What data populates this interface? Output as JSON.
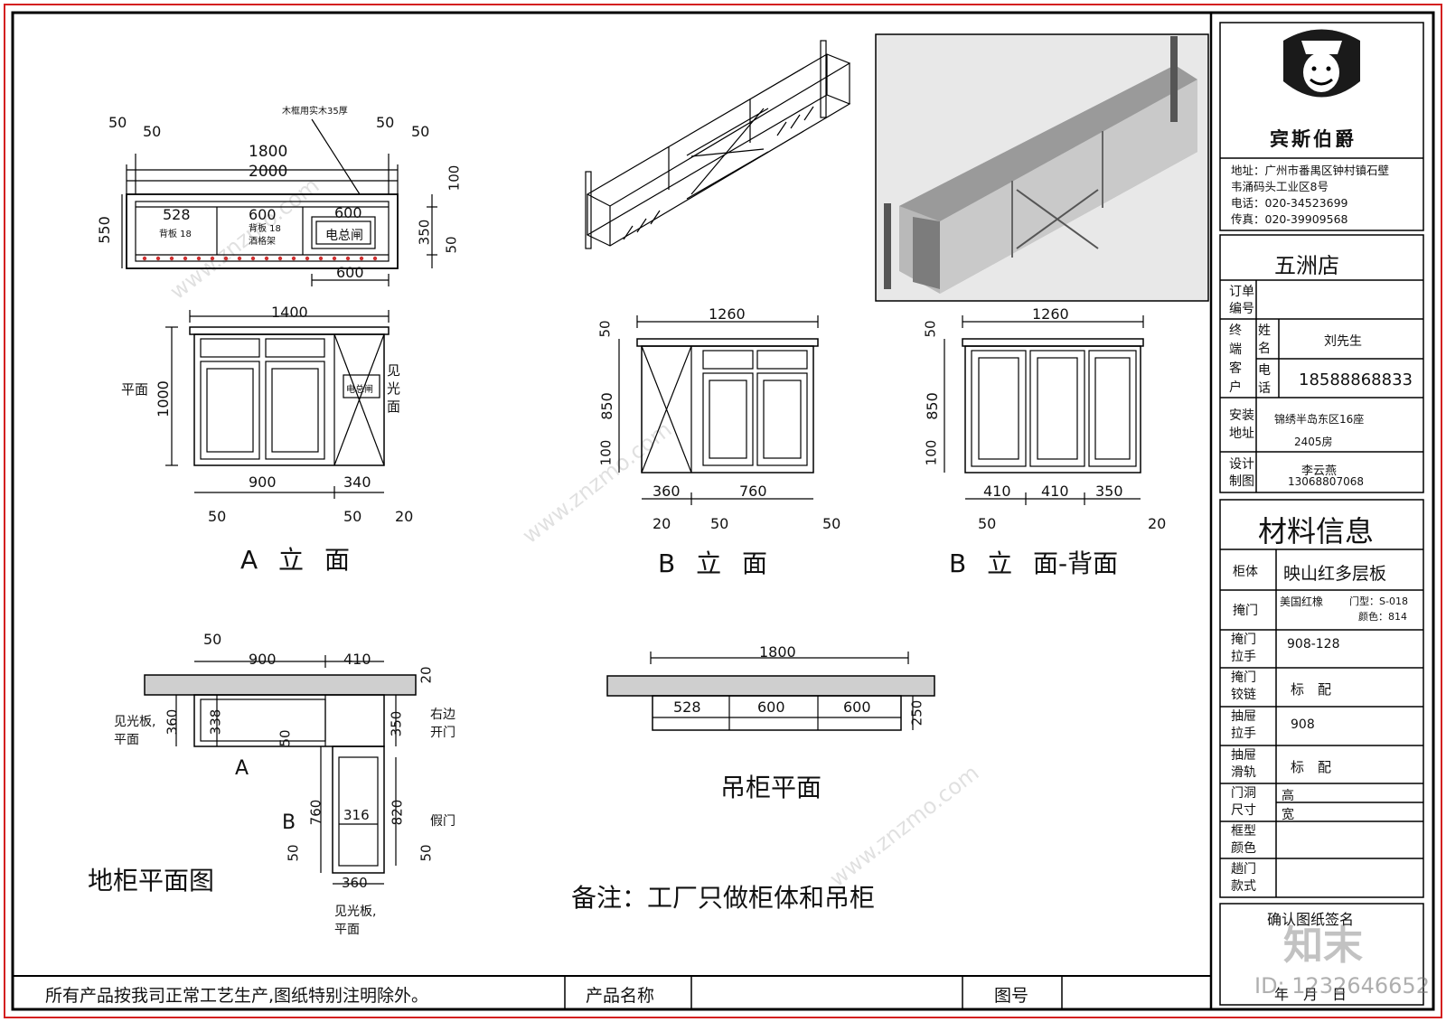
{
  "header_note": "木框用实木35厚",
  "top_plan": {
    "dims_top": [
      "50",
      "50",
      "1800",
      "2000",
      "50",
      "50"
    ],
    "right_dims": [
      "100",
      "350",
      "50"
    ],
    "left_dim": "550",
    "cells": [
      "528",
      "600",
      "600"
    ],
    "cell_notes": [
      "背板 18",
      "背板 18",
      "酒格架"
    ],
    "elec_box": "电总闸",
    "bottom_dim": "600"
  },
  "elev_a": {
    "top": "1400",
    "height": "1000",
    "left_label": "平面",
    "right_label": "见光面",
    "elec": "电总闸",
    "bottom": [
      "900",
      "340"
    ],
    "small": [
      "50",
      "50",
      "20"
    ],
    "title": "A 立 面"
  },
  "elev_b": {
    "top": "1260",
    "dims_left": [
      "50",
      "850",
      "100"
    ],
    "bottom": [
      "360",
      "760"
    ],
    "small": [
      "20",
      "50",
      "50"
    ],
    "title": "B 立 面"
  },
  "elev_b_back": {
    "top": "1260",
    "dims_left": [
      "50",
      "850",
      "100"
    ],
    "bottom": [
      "410",
      "410",
      "350"
    ],
    "small": [
      "50",
      "20"
    ],
    "title": "B 立 面-背面"
  },
  "floor_plan": {
    "dims": [
      "50",
      "900",
      "410",
      "20",
      "360",
      "338",
      "50",
      "350",
      "760",
      "820",
      "316",
      "50",
      "50",
      "360"
    ],
    "labels": [
      "见光板,平面",
      "右边开门",
      "假门",
      "见光板,平面"
    ],
    "letters": [
      "A",
      "B"
    ],
    "title": "地柜平面图"
  },
  "wall_plan": {
    "top": "1800",
    "cells": [
      "528",
      "600",
      "600"
    ],
    "depth": "250",
    "title": "吊柜平面"
  },
  "remark": "备注：工厂只做柜体和吊柜",
  "footer": {
    "statement": "所有产品按我司正常工艺生产,图纸特别注明除外。",
    "product_name": "产品名称",
    "drawing_no": "图号"
  },
  "brand": {
    "name": "宾斯伯爵",
    "address_lines": [
      "地址：广州市番禺区钟村镇石壁",
      "韦涌码头工业区8号",
      "电话：020-34523699",
      "传真：020-39909568"
    ]
  },
  "store": "五洲店",
  "order_fields": [
    {
      "label": "订单编号",
      "value": ""
    },
    {
      "label": "终端客户",
      "sub": [
        {
          "label": "姓名",
          "value": "刘先生"
        },
        {
          "label": "电话",
          "value": "18588868833"
        }
      ]
    },
    {
      "label": "安装地址",
      "value": "锦绣半岛东区16座",
      "value2": "2405房"
    },
    {
      "label": "设计制图",
      "value": "李云燕",
      "value2": "13068807068"
    }
  ],
  "material_title": "材料信息",
  "materials": [
    {
      "label": "柜体",
      "value": "映山红多层板"
    },
    {
      "label": "掩门",
      "value": "美国红橡",
      "extra": "门型：S-018",
      "extra2": "颜色：814"
    },
    {
      "label": "掩门拉手",
      "value": "908-128"
    },
    {
      "label": "掩门铰链",
      "value": "标　配"
    },
    {
      "label": "抽屉拉手",
      "value": "908"
    },
    {
      "label": "抽屉滑轨",
      "value": "标　配"
    },
    {
      "label": "门洞尺寸",
      "value": "高",
      "value2": "宽"
    },
    {
      "label": "框型颜色",
      "value": ""
    },
    {
      "label": "趟门款式",
      "value": ""
    }
  ],
  "confirm": "确认图纸签名",
  "date_line": "年　月　日",
  "watermark": "www.znzmo.com",
  "stamp_id": "ID: 1232646652",
  "stamp_logo": "知末"
}
